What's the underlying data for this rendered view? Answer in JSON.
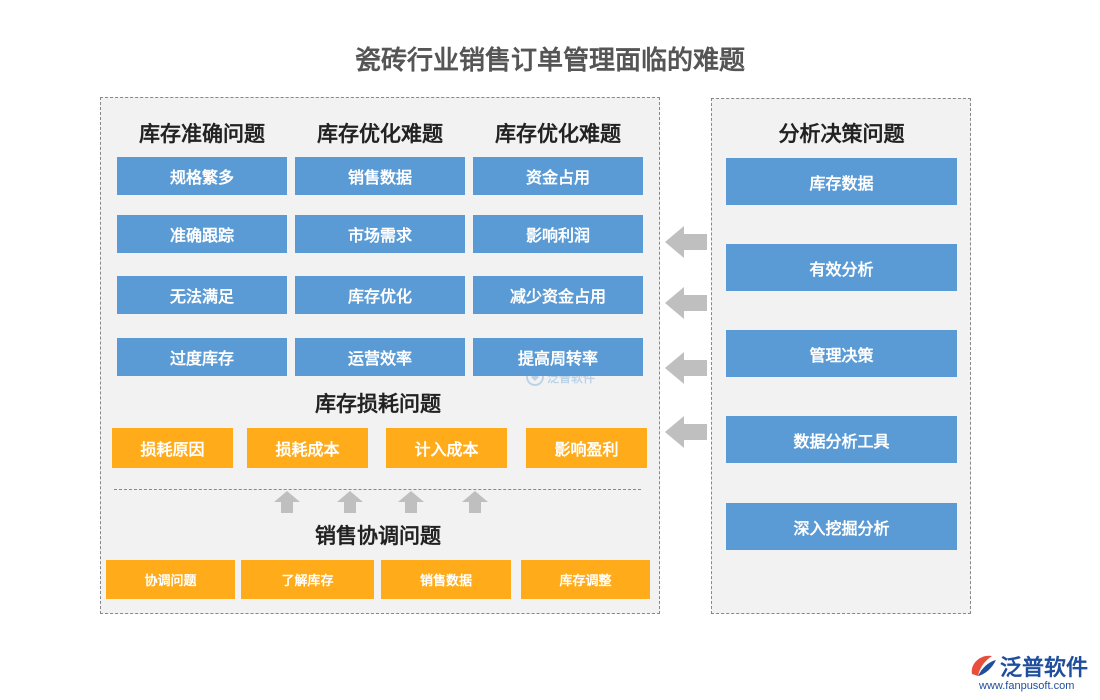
{
  "title": "瓷砖行业销售订单管理面临的难题",
  "left_panel": {
    "columns": [
      {
        "heading": "库存准确问题",
        "items": [
          "规格繁多",
          "准确跟踪",
          "无法满足",
          "过度库存"
        ]
      },
      {
        "heading": "库存优化难题",
        "items": [
          "销售数据",
          "市场需求",
          "库存优化",
          "运营效率"
        ]
      },
      {
        "heading": "库存优化难题",
        "items": [
          "资金占用",
          "影响利润",
          "减少资金占用",
          "提高周转率"
        ]
      }
    ],
    "loss": {
      "heading": "库存损耗问题",
      "items": [
        "损耗原因",
        "损耗成本",
        "计入成本",
        "影响盈利"
      ]
    },
    "coordination": {
      "heading": "销售协调问题",
      "items": [
        "协调问题",
        "了解库存",
        "销售数据",
        "库存调整"
      ]
    }
  },
  "right_panel": {
    "heading": "分析决策问题",
    "items": [
      "库存数据",
      "有效分析",
      "管理决策",
      "数据分析工具",
      "深入挖掘分析"
    ]
  },
  "watermark": {
    "text": "泛普软件"
  },
  "logo": {
    "name": "泛普软件",
    "url": "www.fanpusoft.com"
  },
  "colors": {
    "blue": "#5b9bd5",
    "orange": "#ffab1a",
    "arrow": "#bfbfbf",
    "panel": "#f2f2f2"
  }
}
